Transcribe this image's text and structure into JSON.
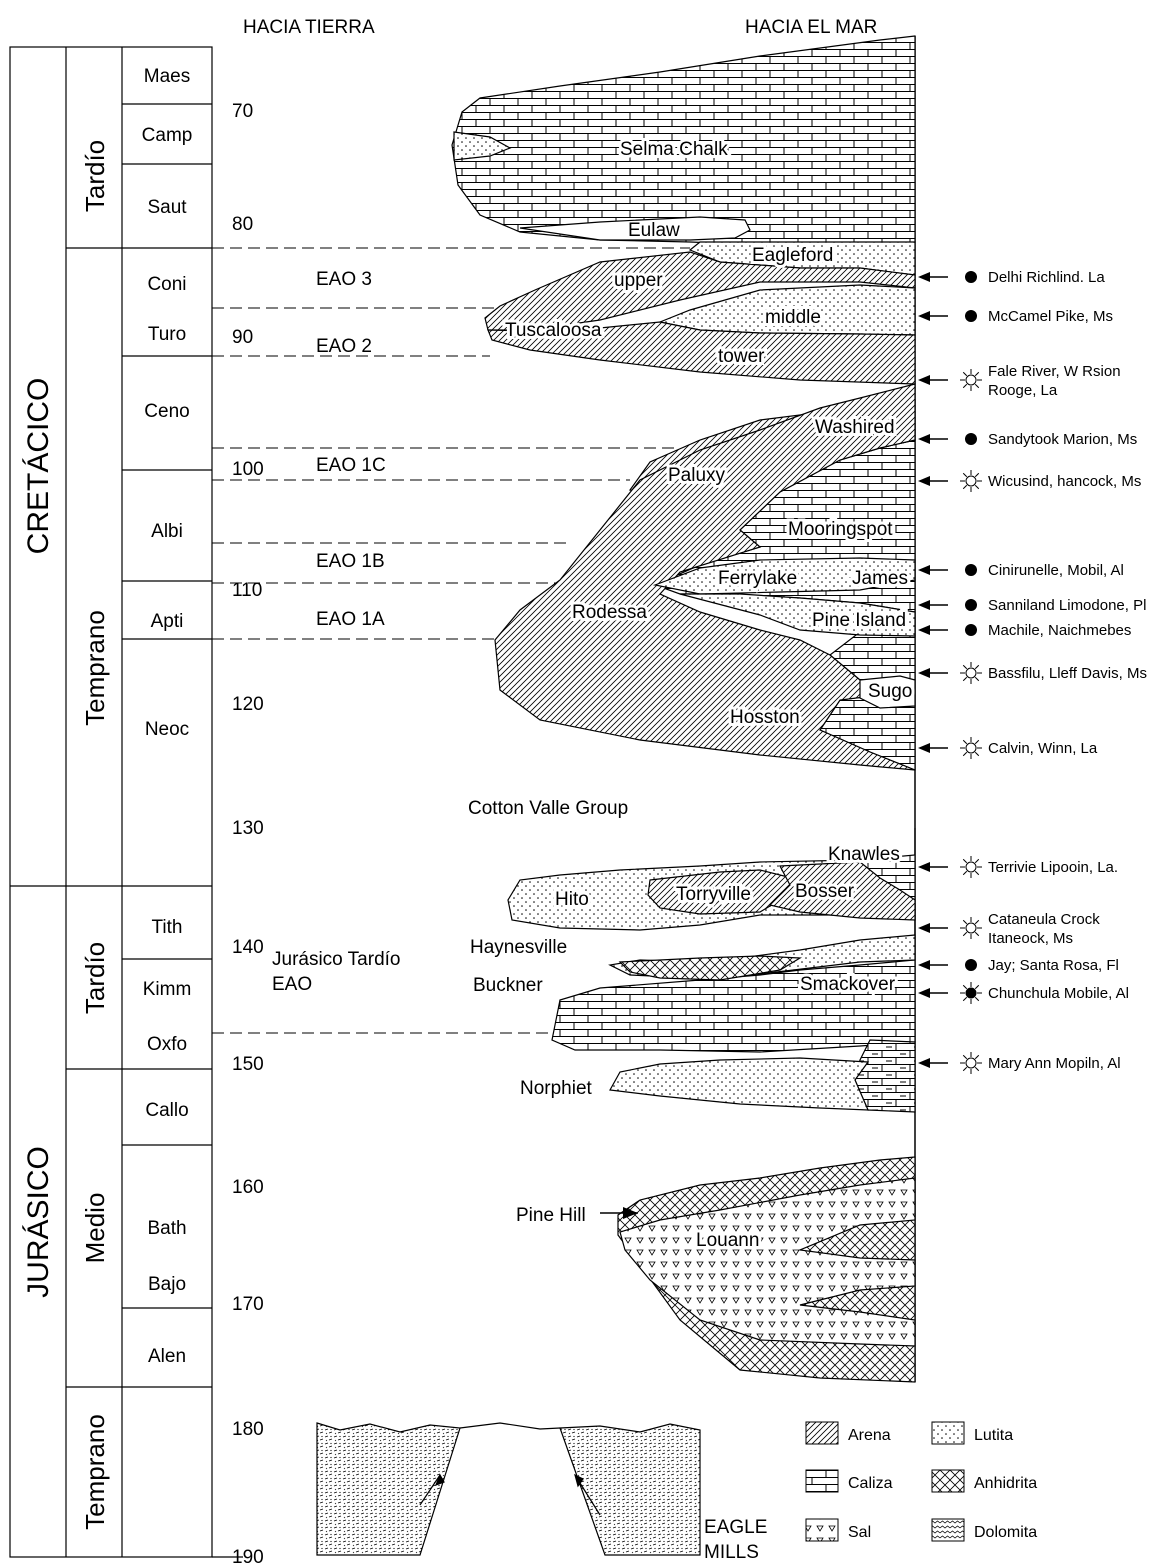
{
  "header": {
    "left": "HACIA TIERRA",
    "right": "HACIA EL MAR"
  },
  "periods": [
    "CRETÁCICO",
    "JURÁSICO"
  ],
  "epochs": [
    "Tardío",
    "Temprano",
    "Tardío",
    "Medio",
    "Temprano"
  ],
  "stages": [
    "Maes",
    "Camp",
    "Saut",
    "Coni",
    "Turo",
    "Ceno",
    "Albi",
    "Apti",
    "Neoc",
    "Tith",
    "Kimm",
    "Oxfo",
    "Callo",
    "Bath",
    "Bajo",
    "Alen"
  ],
  "ages": [
    "70",
    "80",
    "90",
    "100",
    "110",
    "120",
    "130",
    "140",
    "150",
    "160",
    "170",
    "180",
    "190"
  ],
  "sequences": [
    "EAO 3",
    "EAO 2",
    "EAO 1C",
    "EAO 1B",
    "EAO 1A",
    "Jurásico Tardío",
    "EAO"
  ],
  "units": {
    "selma": "Selma Chalk",
    "eulaw": "Eulaw",
    "eagleford": "Eagleford",
    "upper": "upper",
    "tuscaloosa": "Tuscaloosa",
    "middle": "middle",
    "tower": "tower",
    "washired": "Washired",
    "paluxy": "Paluxy",
    "mooringspot": "Mooringspot",
    "ferrylake": "Ferrylake",
    "james": "James",
    "rodessa": "Rodessa",
    "pine_island": "Pine Island",
    "sugo": "Sugo",
    "hosston": "Hosston",
    "cotton_valley": "Cotton Valle Group",
    "knawles": "Knawles",
    "hito": "Hito",
    "torryville": "Torryville",
    "bosser": "Bosser",
    "haynesville": "Haynesville",
    "buckner": "Buckner",
    "smackover": "Smackover",
    "norphiet": "Norphiet",
    "pine_hill": "Pine Hill",
    "louann": "Louann",
    "eagle_1": "EAGLE",
    "eagle_2": "MILLS"
  },
  "fields": [
    {
      "line1": "Delhi Richlind. La",
      "line2": "",
      "symbol": "oil"
    },
    {
      "line1": "McCamel Pike, Ms",
      "line2": "",
      "symbol": "oil"
    },
    {
      "line1": "Fale River, W Rsion",
      "line2": "Rooge, La",
      "symbol": "gas"
    },
    {
      "line1": "Sandytook Marion, Ms",
      "line2": "",
      "symbol": "oil"
    },
    {
      "line1": "Wicusind, hancock, Ms",
      "line2": "",
      "symbol": "gas"
    },
    {
      "line1": "Cinirunelle, Mobil, Al",
      "line2": "",
      "symbol": "oil"
    },
    {
      "line1": "Sanniland Limodone, Pl",
      "line2": "",
      "symbol": "oil"
    },
    {
      "line1": "Machile, Naichmebes",
      "line2": "",
      "symbol": "oil"
    },
    {
      "line1": "Bassfilu, Lleff Davis, Ms",
      "line2": "",
      "symbol": "gas"
    },
    {
      "line1": "Calvin, Winn, La",
      "line2": "",
      "symbol": "gas"
    },
    {
      "line1": "Terrivie Lipooin, La.",
      "line2": "",
      "symbol": "gas"
    },
    {
      "line1": "Cataneula Crock",
      "line2": "Itaneock, Ms",
      "symbol": "gas"
    },
    {
      "line1": "Jay; Santa Rosa, Fl",
      "line2": "",
      "symbol": "oil"
    },
    {
      "line1": "Chunchula Mobile, Al",
      "line2": "",
      "symbol": "oil-gas"
    },
    {
      "line1": "Mary Ann Mopiln, Al",
      "line2": "",
      "symbol": "gas"
    }
  ],
  "legend": [
    "Arena",
    "Lutita",
    "Caliza",
    "Anhidrita",
    "Sal",
    "Dolomita"
  ]
}
